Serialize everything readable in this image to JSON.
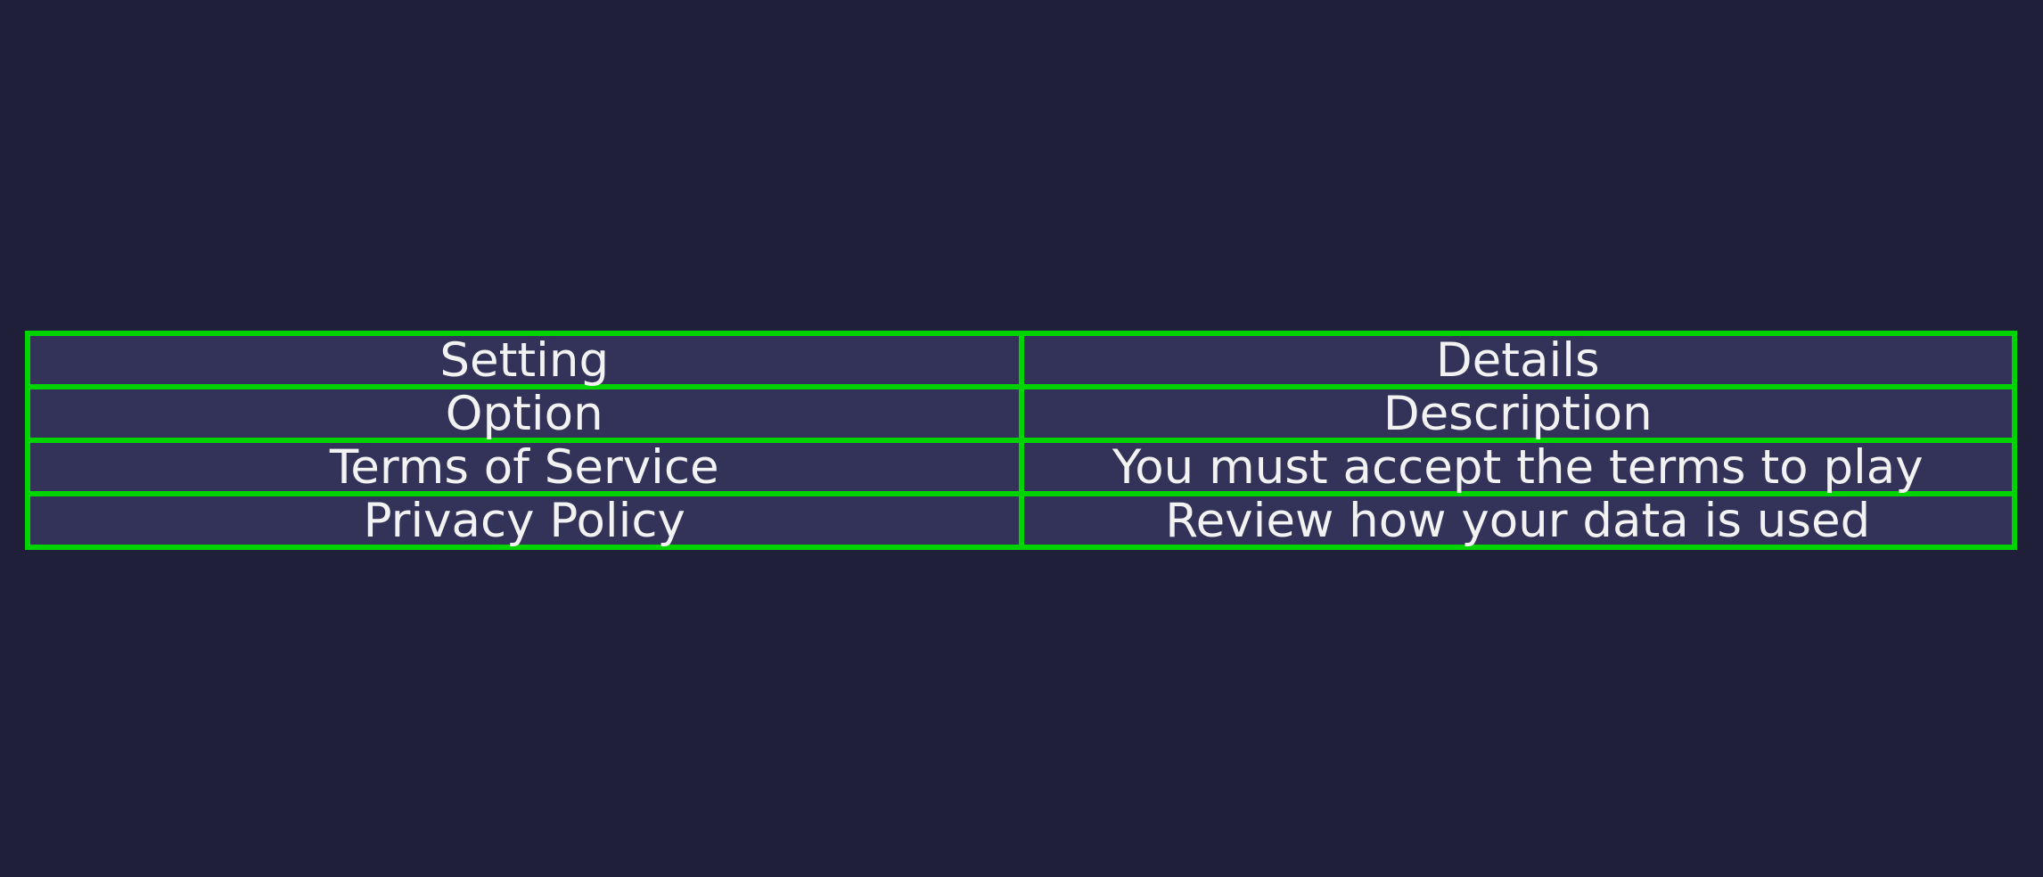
{
  "colors": {
    "page_background": "#1f1f3a",
    "cell_background": "#333359",
    "border_green": "#00d300",
    "text_color": "#f2f2f2"
  },
  "settings_table": {
    "header": {
      "setting": "Setting",
      "details": "Details"
    },
    "subheader": {
      "option": "Option",
      "description": "Description"
    },
    "rows": [
      {
        "option": "Terms of Service",
        "description": "You must accept the terms to play"
      },
      {
        "option": "Privacy Policy",
        "description": "Review how your data is used"
      }
    ]
  }
}
